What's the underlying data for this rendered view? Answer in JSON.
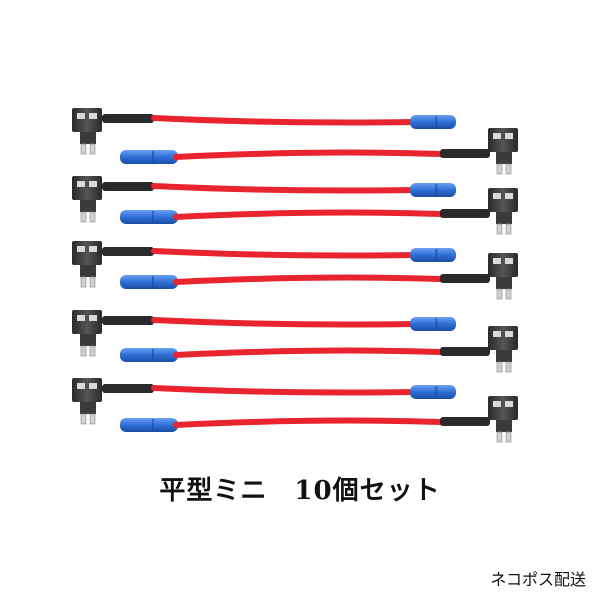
{
  "product": {
    "caption": "平型ミニ　10個セット",
    "shipping_note": "ネコポス配送",
    "wire_color": "#e8242e",
    "terminal_color": "#2f6fd6",
    "holder_color": "#3a3a3a",
    "heatshrink_color": "#2a2a2a",
    "quantity": 10
  }
}
